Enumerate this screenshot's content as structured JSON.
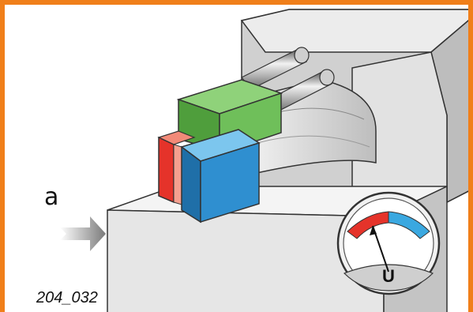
{
  "labels": {
    "acceleration": "a",
    "voltage": "U",
    "figure_id": "204_032"
  },
  "colors": {
    "border": "#f07f1a",
    "green_block": "#6fbf5a",
    "blue_block": "#2f8fd0",
    "red_block": "#e5332a",
    "gauge_red": "#e5332a",
    "gauge_blue": "#3aa8e0"
  }
}
